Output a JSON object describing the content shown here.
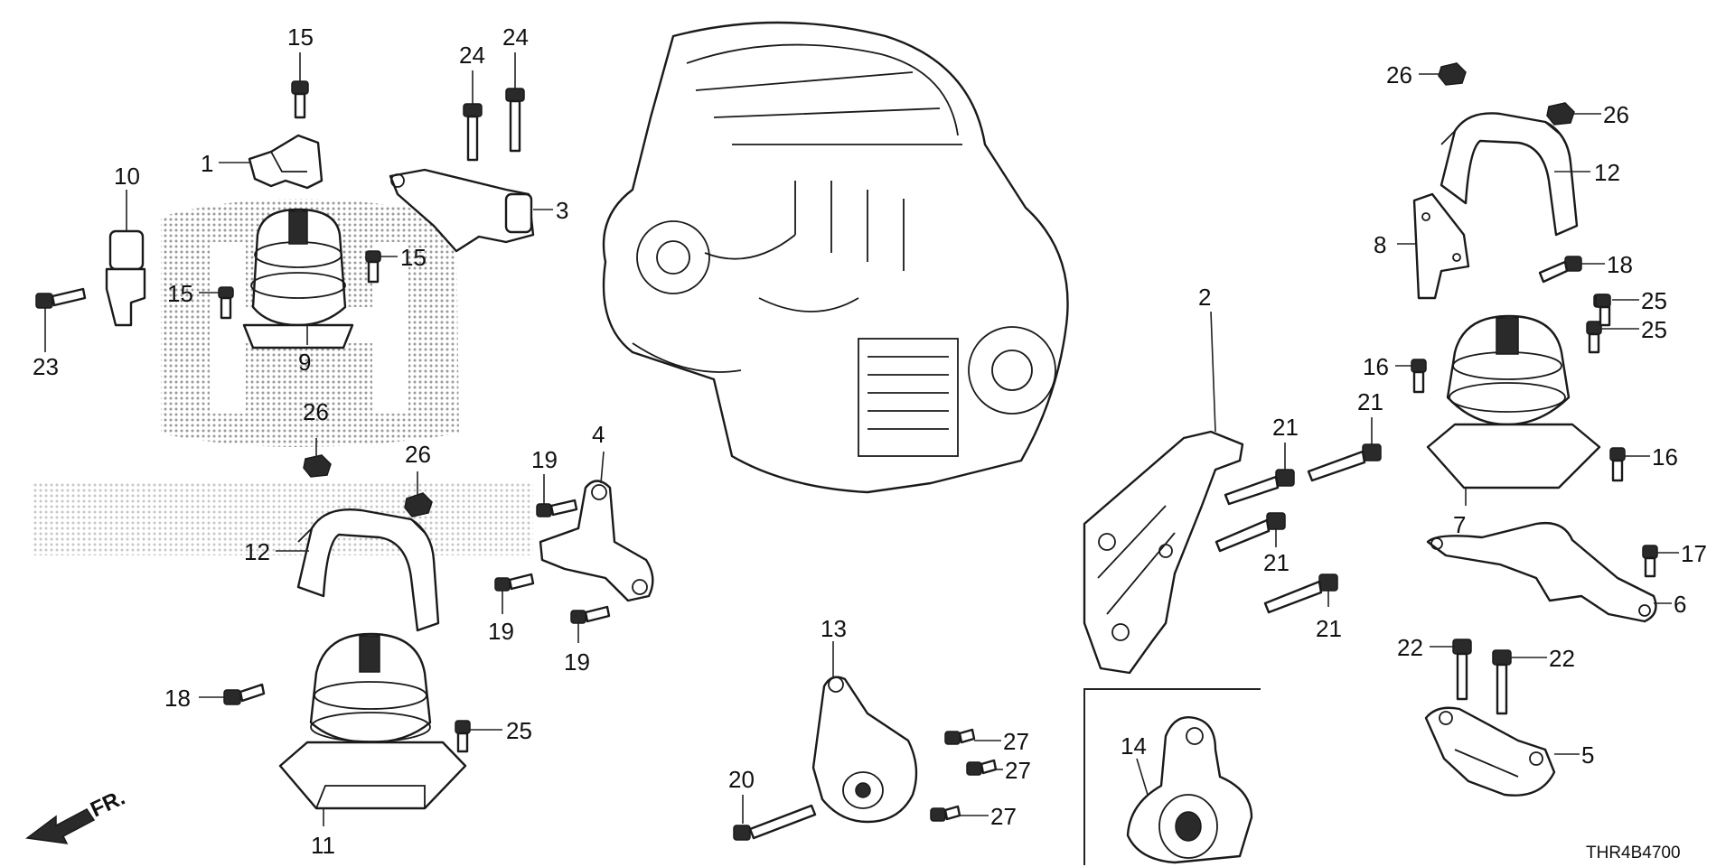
{
  "diagram": {
    "code": "THR4B4700",
    "direction_label": "FR.",
    "callouts": {
      "c1": "1",
      "c2": "2",
      "c3": "3",
      "c4": "4",
      "c5": "5",
      "c6": "6",
      "c7": "7",
      "c8": "8",
      "c9": "9",
      "c10": "10",
      "c11": "11",
      "c12a": "12",
      "c12b": "12",
      "c13": "13",
      "c14": "14",
      "c15a": "15",
      "c15b": "15",
      "c15c": "15",
      "c16a": "16",
      "c16b": "16",
      "c17": "17",
      "c18a": "18",
      "c18b": "18",
      "c19a": "19",
      "c19b": "19",
      "c19c": "19",
      "c20": "20",
      "c21a": "21",
      "c21b": "21",
      "c21c": "21",
      "c21d": "21",
      "c22a": "22",
      "c22b": "22",
      "c23": "23",
      "c24a": "24",
      "c24b": "24",
      "c25a": "25",
      "c25b": "25",
      "c25c": "25",
      "c26a": "26",
      "c26b": "26",
      "c26c": "26",
      "c26d": "26",
      "c27a": "27",
      "c27b": "27",
      "c27c": "27"
    }
  }
}
